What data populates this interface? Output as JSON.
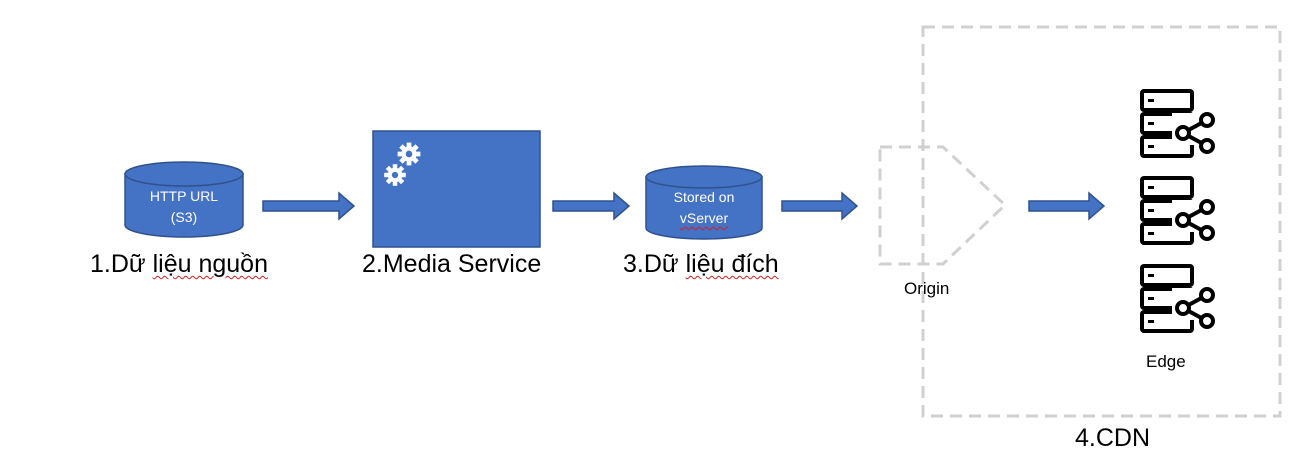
{
  "source": {
    "line1": "HTTP URL",
    "line2": "(S3)",
    "caption_prefix": "1.Dữ ",
    "caption_rest": "liệu nguồn"
  },
  "media_service": {
    "caption": "2.Media Service",
    "icon": "gears-icon"
  },
  "target": {
    "line1": "Stored on",
    "line2": "vServer",
    "caption_prefix": "3.Dữ ",
    "caption_rest": "liệu đích"
  },
  "cdn": {
    "origin_label": "Origin",
    "edge_label": "Edge",
    "caption": "4.CDN",
    "edge_icon": "server-share-icon"
  },
  "colors": {
    "fill": "#4472c4",
    "stroke": "#2f528f",
    "dashed": "#d0d0d0"
  }
}
